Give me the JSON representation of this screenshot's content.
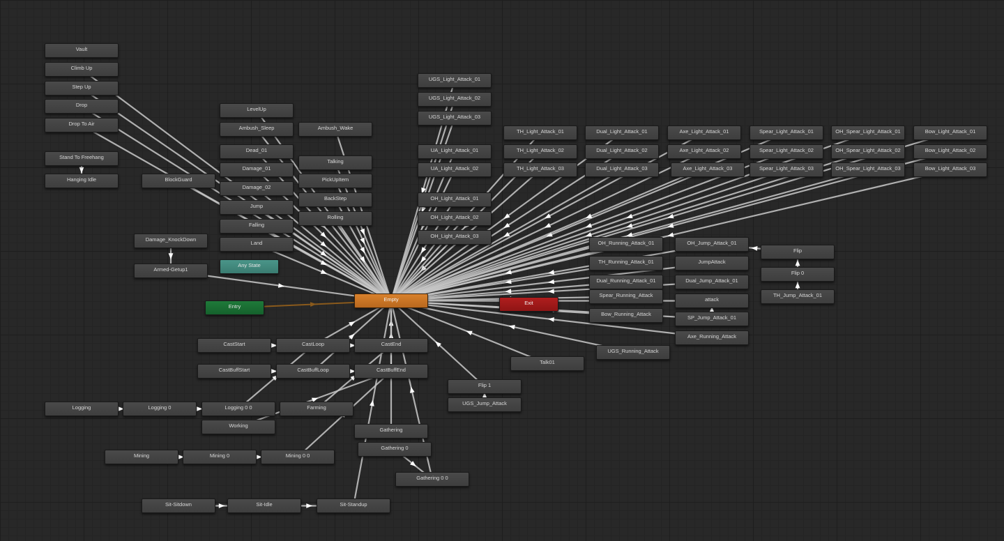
{
  "canvas_title": "",
  "nodes": [
    {
      "id": "vault",
      "label": "Vault",
      "kind": "state"
    },
    {
      "id": "climb_up",
      "label": "Climb Up",
      "kind": "state"
    },
    {
      "id": "step_up",
      "label": "Step Up",
      "kind": "state"
    },
    {
      "id": "drop",
      "label": "Drop",
      "kind": "state"
    },
    {
      "id": "drop_to_air",
      "label": "Drop To Air",
      "kind": "state"
    },
    {
      "id": "stand_to_freehang",
      "label": "Stand To Freehang",
      "kind": "state"
    },
    {
      "id": "hanging_idle",
      "label": "Hanging Idle",
      "kind": "state"
    },
    {
      "id": "blockguard",
      "label": "BlockGuard",
      "kind": "state"
    },
    {
      "id": "levelup",
      "label": "LevelUp",
      "kind": "state"
    },
    {
      "id": "ambush_sleep",
      "label": "Ambush_Sleep",
      "kind": "state"
    },
    {
      "id": "ambush_wake",
      "label": "Ambush_Wake",
      "kind": "state"
    },
    {
      "id": "dead_01",
      "label": "Dead_01",
      "kind": "state"
    },
    {
      "id": "damage_01",
      "label": "Damage_01",
      "kind": "state"
    },
    {
      "id": "damage_02",
      "label": "Damage_02",
      "kind": "state"
    },
    {
      "id": "jump",
      "label": "Jump",
      "kind": "state"
    },
    {
      "id": "falling",
      "label": "Falling",
      "kind": "state"
    },
    {
      "id": "land",
      "label": "Land",
      "kind": "state"
    },
    {
      "id": "talking",
      "label": "Talking",
      "kind": "state"
    },
    {
      "id": "pickupitem",
      "label": "PickUpItem",
      "kind": "state"
    },
    {
      "id": "backstep",
      "label": "BackStep",
      "kind": "state"
    },
    {
      "id": "rolling",
      "label": "Rolling",
      "kind": "state"
    },
    {
      "id": "damage_knockdown",
      "label": "Damage_KnockDown",
      "kind": "state"
    },
    {
      "id": "armed_getup1",
      "label": "Armed-Getup1",
      "kind": "state"
    },
    {
      "id": "any_state",
      "label": "Any State",
      "kind": "any"
    },
    {
      "id": "entry",
      "label": "Entry",
      "kind": "entry"
    },
    {
      "id": "empty",
      "label": "Empty",
      "kind": "default"
    },
    {
      "id": "exit",
      "label": "Exit",
      "kind": "exit"
    },
    {
      "id": "ugs_la_01",
      "label": "UGS_Light_Attack_01",
      "kind": "state"
    },
    {
      "id": "ugs_la_02",
      "label": "UGS_Light_Attack_02",
      "kind": "state"
    },
    {
      "id": "ugs_la_03",
      "label": "UGS_Light_Attack_03",
      "kind": "state"
    },
    {
      "id": "ua_la_01",
      "label": "UA_Light_Attack_01",
      "kind": "state"
    },
    {
      "id": "ua_la_02",
      "label": "UA_Light_Attack_02",
      "kind": "state"
    },
    {
      "id": "oh_la_01",
      "label": "OH_Light_Attack_01",
      "kind": "state"
    },
    {
      "id": "oh_la_02",
      "label": "OH_Light_Attack_02",
      "kind": "state"
    },
    {
      "id": "oh_la_03",
      "label": "OH_Light_Attack_03",
      "kind": "state"
    },
    {
      "id": "th_la_01",
      "label": "TH_Light_Attack_01",
      "kind": "state"
    },
    {
      "id": "th_la_02",
      "label": "TH_Light_Attack_02",
      "kind": "state"
    },
    {
      "id": "th_la_03",
      "label": "TH_Light_Attack_03",
      "kind": "state"
    },
    {
      "id": "dual_la_01",
      "label": "Dual_Light_Attack_01",
      "kind": "state"
    },
    {
      "id": "dual_la_02",
      "label": "Dual_Light_Attack_02",
      "kind": "state"
    },
    {
      "id": "dual_la_03",
      "label": "Dual_Light_Attack_03",
      "kind": "state"
    },
    {
      "id": "axe_la_01",
      "label": "Axe_Light_Attack_01",
      "kind": "state"
    },
    {
      "id": "axe_la_02",
      "label": "Axe_Light_Attack_02",
      "kind": "state"
    },
    {
      "id": "axe_la_03",
      "label": "Axe_Light_Attack_03",
      "kind": "state"
    },
    {
      "id": "spear_la_01",
      "label": "Spear_Light_Attack_01",
      "kind": "state"
    },
    {
      "id": "spear_la_02",
      "label": "Spear_Light_Attack_02",
      "kind": "state"
    },
    {
      "id": "spear_la_03",
      "label": "Spear_Light_Attack_03",
      "kind": "state"
    },
    {
      "id": "ohspear_la_01",
      "label": "OH_Spear_Light_Attack_01",
      "kind": "state"
    },
    {
      "id": "ohspear_la_02",
      "label": "OH_Spear_Light_Attack_02",
      "kind": "state"
    },
    {
      "id": "ohspear_la_03",
      "label": "OH_Spear_Light_Attack_03",
      "kind": "state"
    },
    {
      "id": "bow_la_01",
      "label": "Bow_Light_Attack_01",
      "kind": "state"
    },
    {
      "id": "bow_la_02",
      "label": "Bow_Light_Attack_02",
      "kind": "state"
    },
    {
      "id": "bow_la_03",
      "label": "Bow_Light_Attack_03",
      "kind": "state"
    },
    {
      "id": "oh_running_attack_01",
      "label": "OH_Running_Attack_01",
      "kind": "state"
    },
    {
      "id": "th_running_attack_01",
      "label": "TH_Running_Attack_01",
      "kind": "state"
    },
    {
      "id": "dual_running_attack_01",
      "label": "Dual_Running_Attack_01",
      "kind": "state"
    },
    {
      "id": "spear_running_attack",
      "label": "Spear_Running_Attack",
      "kind": "state"
    },
    {
      "id": "bow_running_attack",
      "label": "Bow_Running_Attack",
      "kind": "state"
    },
    {
      "id": "oh_jump_attack_01",
      "label": "OH_Jump_Attack_01",
      "kind": "state"
    },
    {
      "id": "jumpattack",
      "label": "JumpAttack",
      "kind": "state"
    },
    {
      "id": "dual_jump_attack_01",
      "label": "Dual_Jump_Attack_01",
      "kind": "state"
    },
    {
      "id": "attack",
      "label": "attack",
      "kind": "state"
    },
    {
      "id": "sp_jump_attack_01",
      "label": "SP_Jump_Attack_01",
      "kind": "state"
    },
    {
      "id": "axe_running_attack",
      "label": "Axe_Running_Attack",
      "kind": "state"
    },
    {
      "id": "flip",
      "label": "Flip",
      "kind": "state"
    },
    {
      "id": "flip_0",
      "label": "Flip 0",
      "kind": "state"
    },
    {
      "id": "th_jump_attack_01",
      "label": "TH_Jump_Attack_01",
      "kind": "state"
    },
    {
      "id": "ugs_running_attack",
      "label": "UGS_Running_Attack",
      "kind": "state"
    },
    {
      "id": "talk01",
      "label": "Talk01",
      "kind": "state"
    },
    {
      "id": "flip_1",
      "label": "Flip 1",
      "kind": "state"
    },
    {
      "id": "ugs_jump_attack",
      "label": "UGS_Jump_Attack",
      "kind": "state"
    },
    {
      "id": "caststart",
      "label": "CastStart",
      "kind": "state"
    },
    {
      "id": "castloop",
      "label": "CastLoop",
      "kind": "state"
    },
    {
      "id": "castend",
      "label": "CastEnd",
      "kind": "state"
    },
    {
      "id": "castbuffstart",
      "label": "CastBuffStart",
      "kind": "state"
    },
    {
      "id": "castbuffloop",
      "label": "CastBuffLoop",
      "kind": "state"
    },
    {
      "id": "castbuffend",
      "label": "CastBuffEnd",
      "kind": "state"
    },
    {
      "id": "logging",
      "label": "Logging",
      "kind": "state"
    },
    {
      "id": "logging_0",
      "label": "Logging 0",
      "kind": "state"
    },
    {
      "id": "logging_0_0",
      "label": "Logging 0 0",
      "kind": "state"
    },
    {
      "id": "farming",
      "label": "Farming",
      "kind": "state"
    },
    {
      "id": "working",
      "label": "Working",
      "kind": "state"
    },
    {
      "id": "gathering",
      "label": "Gathering",
      "kind": "state"
    },
    {
      "id": "gathering_0",
      "label": "Gathering 0",
      "kind": "state"
    },
    {
      "id": "gathering_0_0",
      "label": "Gathering 0 0",
      "kind": "state"
    },
    {
      "id": "mining",
      "label": "Mining",
      "kind": "state"
    },
    {
      "id": "mining_0",
      "label": "Mining 0",
      "kind": "state"
    },
    {
      "id": "mining_0_0",
      "label": "Mining 0 0",
      "kind": "state"
    },
    {
      "id": "sit_sitdown",
      "label": "Sit-Sitdown",
      "kind": "state"
    },
    {
      "id": "sit_idle",
      "label": "Sit-Idle",
      "kind": "state"
    },
    {
      "id": "sit_standup",
      "label": "Sit-Standup",
      "kind": "state"
    }
  ],
  "edges": [
    [
      "entry",
      "empty"
    ],
    [
      "climb_up",
      "empty"
    ],
    [
      "step_up",
      "empty"
    ],
    [
      "drop",
      "empty"
    ],
    [
      "drop_to_air",
      "empty"
    ],
    [
      "stand_to_freehang",
      "hanging_idle"
    ],
    [
      "blockguard",
      "empty"
    ],
    [
      "levelup",
      "empty"
    ],
    [
      "ambush_sleep",
      "empty"
    ],
    [
      "ambush_wake",
      "empty"
    ],
    [
      "dead_01",
      "empty"
    ],
    [
      "damage_01",
      "empty"
    ],
    [
      "damage_02",
      "empty"
    ],
    [
      "jump",
      "empty"
    ],
    [
      "falling",
      "empty"
    ],
    [
      "land",
      "empty"
    ],
    [
      "talking",
      "empty"
    ],
    [
      "pickupitem",
      "empty"
    ],
    [
      "backstep",
      "empty"
    ],
    [
      "rolling",
      "empty"
    ],
    [
      "damage_knockdown",
      "armed_getup1"
    ],
    [
      "armed_getup1",
      "empty"
    ],
    [
      "ugs_la_01",
      "empty"
    ],
    [
      "ugs_la_02",
      "empty"
    ],
    [
      "ugs_la_03",
      "empty"
    ],
    [
      "ua_la_01",
      "empty"
    ],
    [
      "ua_la_02",
      "empty"
    ],
    [
      "oh_la_01",
      "empty"
    ],
    [
      "oh_la_02",
      "empty"
    ],
    [
      "oh_la_03",
      "empty"
    ],
    [
      "th_la_01",
      "empty"
    ],
    [
      "th_la_02",
      "empty"
    ],
    [
      "th_la_03",
      "empty"
    ],
    [
      "dual_la_01",
      "empty"
    ],
    [
      "dual_la_02",
      "empty"
    ],
    [
      "dual_la_03",
      "empty"
    ],
    [
      "axe_la_01",
      "empty"
    ],
    [
      "axe_la_02",
      "empty"
    ],
    [
      "axe_la_03",
      "empty"
    ],
    [
      "spear_la_01",
      "empty"
    ],
    [
      "spear_la_02",
      "empty"
    ],
    [
      "spear_la_03",
      "empty"
    ],
    [
      "ohspear_la_01",
      "empty"
    ],
    [
      "ohspear_la_02",
      "empty"
    ],
    [
      "ohspear_la_03",
      "empty"
    ],
    [
      "bow_la_01",
      "empty"
    ],
    [
      "bow_la_02",
      "empty"
    ],
    [
      "bow_la_03",
      "empty"
    ],
    [
      "oh_running_attack_01",
      "empty"
    ],
    [
      "th_running_attack_01",
      "empty"
    ],
    [
      "dual_running_attack_01",
      "empty"
    ],
    [
      "spear_running_attack",
      "empty"
    ],
    [
      "bow_running_attack",
      "empty"
    ],
    [
      "oh_jump_attack_01",
      "empty"
    ],
    [
      "jumpattack",
      "empty"
    ],
    [
      "dual_jump_attack_01",
      "empty"
    ],
    [
      "attack",
      "empty"
    ],
    [
      "sp_jump_attack_01",
      "empty"
    ],
    [
      "axe_running_attack",
      "empty"
    ],
    [
      "flip",
      "oh_jump_attack_01"
    ],
    [
      "flip_0",
      "flip"
    ],
    [
      "th_jump_attack_01",
      "flip_0"
    ],
    [
      "sp_jump_attack_01",
      "attack"
    ],
    [
      "ugs_running_attack",
      "empty"
    ],
    [
      "talk01",
      "empty"
    ],
    [
      "flip_1",
      "empty"
    ],
    [
      "ugs_jump_attack",
      "flip_1"
    ],
    [
      "castend",
      "empty"
    ],
    [
      "castbuffend",
      "empty"
    ],
    [
      "castloop",
      "empty"
    ],
    [
      "castbuffloop",
      "empty"
    ],
    [
      "caststart",
      "castloop"
    ],
    [
      "castloop",
      "castend"
    ],
    [
      "castbuffstart",
      "castbuffloop"
    ],
    [
      "castbuffloop",
      "castbuffend"
    ],
    [
      "logging",
      "logging_0"
    ],
    [
      "logging_0",
      "logging_0_0"
    ],
    [
      "logging_0_0",
      "castloop"
    ],
    [
      "farming",
      "castend"
    ],
    [
      "working",
      "castbuffend"
    ],
    [
      "gathering",
      "empty"
    ],
    [
      "gathering_0",
      "gathering_0_0"
    ],
    [
      "gathering_0_0",
      "empty"
    ],
    [
      "mining",
      "mining_0"
    ],
    [
      "mining_0",
      "mining_0_0"
    ],
    [
      "mining_0_0",
      "castbuffend"
    ],
    [
      "sit_sitdown",
      "sit_idle"
    ],
    [
      "sit_idle",
      "sit_standup"
    ],
    [
      "sit_standup",
      "empty"
    ]
  ],
  "colors": {
    "background": "#282828",
    "node": "#444444",
    "entry": "#1f7a3a",
    "any_state": "#4a9589",
    "exit": "#b01e1e",
    "default_state": "#d9812c",
    "edge": "#c8c8c8",
    "entry_edge": "#8a5a1c"
  }
}
